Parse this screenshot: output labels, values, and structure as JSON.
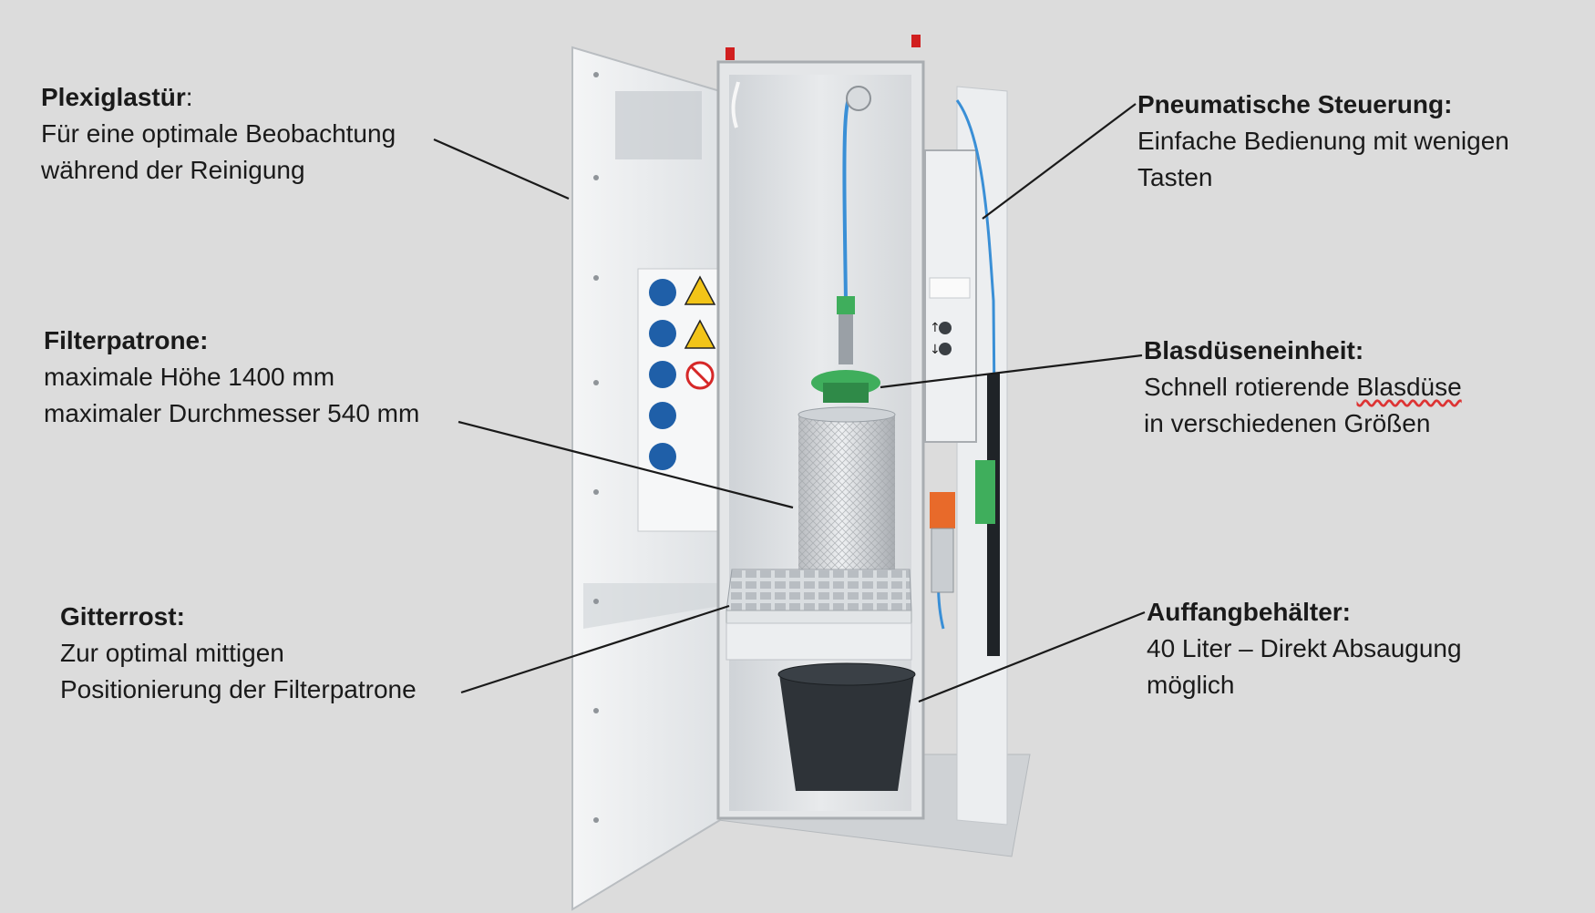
{
  "callouts": {
    "door": {
      "title": "Plexiglastür",
      "title_suffix": ":",
      "lines": [
        "Für eine optimale Beobachtung",
        "während der Reinigung"
      ]
    },
    "filter": {
      "title": "Filterpatrone:",
      "lines": [
        "maximale Höhe 1400 mm",
        "maximaler Durchmesser 540 mm"
      ]
    },
    "grid": {
      "title": "Gitterrost:",
      "lines": [
        "Zur optimal mittigen",
        "Positionierung der Filterpatrone"
      ]
    },
    "pneumatic": {
      "title": "Pneumatische Steuerung:",
      "lines": [
        "Einfache Bedienung mit wenigen",
        "Tasten"
      ]
    },
    "nozzle": {
      "title": "Blasdüseneinheit:",
      "line1_prefix": "Schnell rotierende ",
      "line1_word": "Blasdüse",
      "line2": "in verschiedenen Größen"
    },
    "tank": {
      "title": "Auffangbehälter:",
      "lines": [
        "40 Liter – Direkt Absaugung",
        "möglich"
      ]
    }
  },
  "colors": {
    "background": "#dcdcdc",
    "cabinet": "#e9ebed",
    "filter_green": "#3fae5c",
    "tube_blue": "#3a8fd6",
    "bucket": "#2e3338"
  },
  "safety_signs": [
    "goggles-icon",
    "ear-protection-icon",
    "mask-icon",
    "protective-suit-icon",
    "gloves-icon",
    "warning-eye-icon",
    "warning-pressure-icon",
    "no-smoking-icon"
  ]
}
